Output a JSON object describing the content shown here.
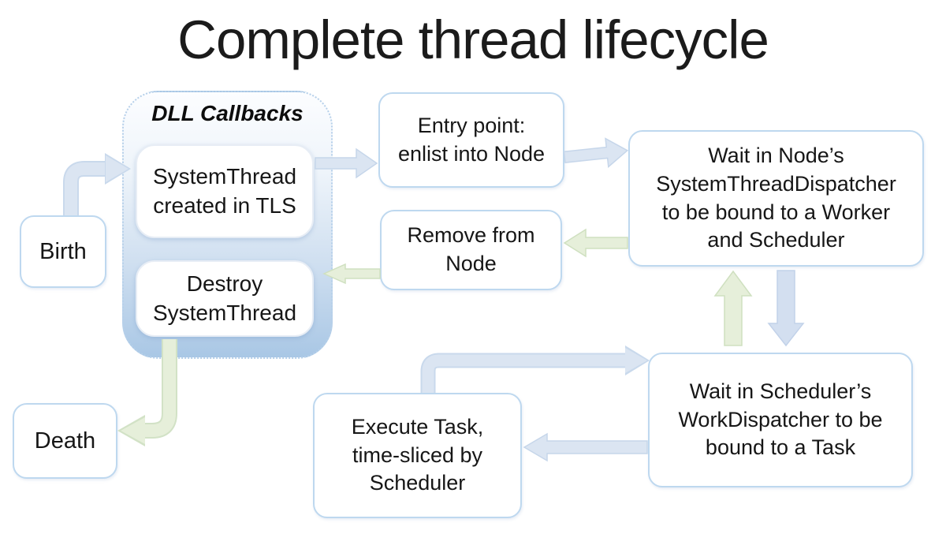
{
  "title": "Complete thread lifecycle",
  "colors": {
    "arrow_blue_fill": "#dbe5f2",
    "arrow_blue_border": "#c6d6ea",
    "arrow_blue_deep_fill": "#d3dff0",
    "arrow_green_fill": "#e6efda",
    "arrow_green_border": "#cfe0c0",
    "container_gradient_top": "#fcfdff",
    "container_gradient_bottom": "#a9c7e5",
    "box_border": "#bed8ef",
    "text": "#161616"
  },
  "nodes": {
    "birth": {
      "lines": [
        "Birth"
      ]
    },
    "dll_callbacks": {
      "label": "DLL Callbacks"
    },
    "systemthread_created": {
      "lines": [
        "SystemThread",
        "created in TLS"
      ]
    },
    "destroy_systemthread": {
      "lines": [
        "Destroy",
        "SystemThread"
      ]
    },
    "entry_point": {
      "lines": [
        "Entry point:",
        "enlist into Node"
      ]
    },
    "remove_from_node": {
      "lines": [
        "Remove from",
        "Node"
      ]
    },
    "wait_node": {
      "lines": [
        "Wait in Node’s",
        "SystemThreadDispatcher",
        "to be bound to a Worker",
        "and Scheduler"
      ]
    },
    "wait_scheduler": {
      "lines": [
        "Wait in Scheduler’s",
        "WorkDispatcher to be",
        "bound to a Task"
      ]
    },
    "execute_task": {
      "lines": [
        "Execute Task,",
        "time-sliced by",
        "Scheduler"
      ]
    },
    "death": {
      "lines": [
        "Death"
      ]
    }
  },
  "edges": [
    {
      "from": "birth",
      "to": "systemthread_created",
      "color": "blue"
    },
    {
      "from": "systemthread_created",
      "to": "entry_point",
      "color": "blue"
    },
    {
      "from": "entry_point",
      "to": "wait_node",
      "color": "blue"
    },
    {
      "from": "wait_node",
      "to": "remove_from_node",
      "color": "green"
    },
    {
      "from": "remove_from_node",
      "to": "destroy_systemthread",
      "color": "green"
    },
    {
      "from": "wait_node",
      "to": "wait_scheduler",
      "color": "blue"
    },
    {
      "from": "wait_scheduler",
      "to": "wait_node",
      "color": "green"
    },
    {
      "from": "execute_task",
      "to": "wait_scheduler",
      "color": "blue"
    },
    {
      "from": "wait_scheduler",
      "to": "execute_task",
      "color": "blue"
    },
    {
      "from": "destroy_systemthread",
      "to": "death",
      "color": "green"
    }
  ]
}
